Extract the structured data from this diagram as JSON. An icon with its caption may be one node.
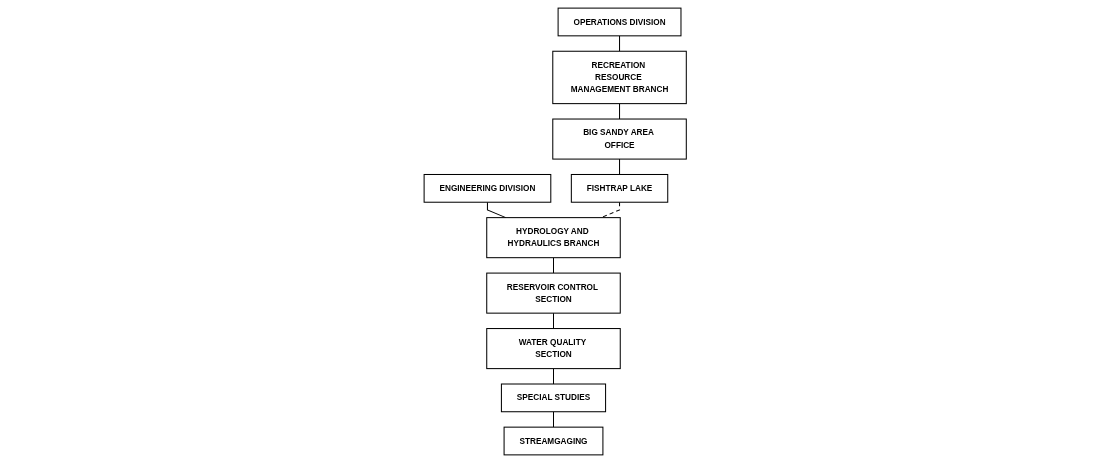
{
  "diagram": {
    "nodes": [
      {
        "text": [
          "OPERATIONS DIVISION"
        ]
      },
      {
        "text": [
          "RECREATION RESOURCE MANAGEMENT BRANCH"
        ]
      },
      {
        "text": [
          "BIG SANDY AREA OFFICE"
        ]
      },
      {
        "text": [
          "FISHTRAP LAKE"
        ]
      },
      {
        "text": [
          "ENGINEERING DIVISION"
        ]
      },
      {
        "text": [
          "HYDROLOGY AND HYDRAULICS BRANCH"
        ]
      },
      {
        "text": [
          "RESERVOIR CONTROL SECTION"
        ]
      },
      {
        "text": [
          "WATER QUALITY SECTION"
        ]
      },
      {
        "text": [
          "SPECIAL STUDIES"
        ]
      },
      {
        "text": [
          "STREAMGAGING"
        ]
      }
    ],
    "edges": [
      {
        "from": 0,
        "to": 1,
        "arrow": "none"
      },
      {
        "from": 1,
        "to": 2,
        "arrow": "none"
      },
      {
        "from": 2,
        "to": 3,
        "arrow": "none"
      },
      {
        "from": 4,
        "to": 5,
        "arrow": "none"
      },
      {
        "from": 5,
        "to": 6,
        "arrow": "none"
      },
      {
        "from": 6,
        "to": 7,
        "arrow": "none"
      },
      {
        "from": 7,
        "to": 8,
        "arrow": "none"
      },
      {
        "from": 8,
        "to": 9,
        "arrow": "none"
      },
      {
        "from": 3,
        "to": 5,
        "arrow": "none",
        "style": "dashed"
      }
    ]
  }
}
